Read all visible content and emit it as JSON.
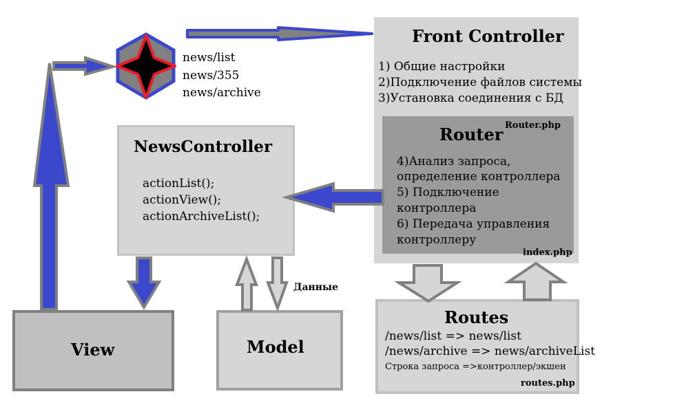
{
  "request_urls": [
    "news/list",
    "news/355",
    "news/archive"
  ],
  "front_controller": {
    "title": "Front Controller",
    "steps": [
      "1) Общие настройки",
      "2)Подключение файлов системы",
      "3)Установка соединения с БД"
    ],
    "file": "index.php"
  },
  "router": {
    "title": "Router",
    "file": "Router.php",
    "lines": [
      "4)Анализ запроса,",
      "определение контроллера",
      "5) Подключение",
      "контроллера",
      "6) Передача управления",
      "контроллеру"
    ]
  },
  "news_controller": {
    "title": "NewsController",
    "actions": [
      "actionList();",
      "actionView();",
      "actionArchiveList();"
    ]
  },
  "view": {
    "title": "View"
  },
  "model": {
    "title": "Model",
    "data_label": "Данные"
  },
  "routes": {
    "title": "Routes",
    "rules": [
      "/news/list  => news/list",
      "/news/archive => news/archiveList"
    ],
    "note": "Строка запроса =>контроллер/экшен",
    "file": "routes.php"
  },
  "colors": {
    "arrow_blue": "#3c48cc",
    "arrow_outline": "#808080",
    "star_red": "#ee1c24",
    "hex_fill": "#808080"
  }
}
